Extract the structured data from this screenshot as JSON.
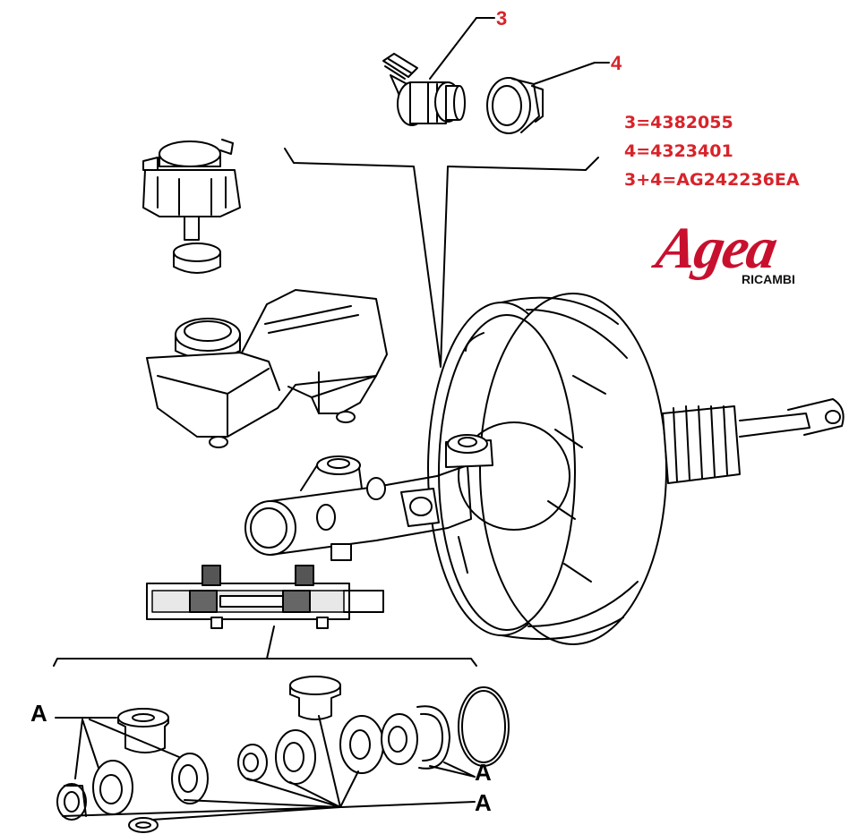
{
  "callouts": {
    "part3": "3",
    "part4": "4"
  },
  "codes": [
    "3=4382055",
    "4=4323401",
    "3+4=AG242236EA"
  ],
  "logo": {
    "word": "Agea",
    "sub": "RICAMBI"
  },
  "seal_labels": {
    "left": "A",
    "right_upper": "A",
    "right_lower": "A"
  },
  "colors": {
    "accent": "#d8232a",
    "line": "#000000"
  }
}
